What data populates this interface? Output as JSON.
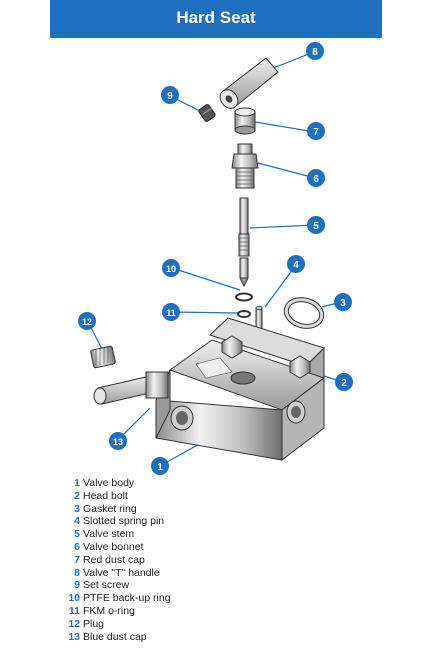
{
  "header": {
    "title": "Hard Seat"
  },
  "accent_color": "#1f6fc0",
  "callouts": [
    "1",
    "2",
    "3",
    "4",
    "5",
    "6",
    "7",
    "8",
    "9",
    "10",
    "11",
    "12",
    "13"
  ],
  "parts": [
    {
      "num": "1",
      "label": "Valve body"
    },
    {
      "num": "2",
      "label": "Head bolt"
    },
    {
      "num": "3",
      "label": "Gasket ring"
    },
    {
      "num": "4",
      "label": "Slotted spring pin"
    },
    {
      "num": "5",
      "label": "Valve stem"
    },
    {
      "num": "6",
      "label": "Valve bonnet"
    },
    {
      "num": "7",
      "label": "Red dust cap"
    },
    {
      "num": "8",
      "label": "Valve \"T\" handle"
    },
    {
      "num": "9",
      "label": "Set screw"
    },
    {
      "num": "10",
      "label": "PTFE back-up ring"
    },
    {
      "num": "11",
      "label": "FKM o-ring"
    },
    {
      "num": "12",
      "label": "Plug"
    },
    {
      "num": "13",
      "label": "Blue dust cap"
    }
  ]
}
